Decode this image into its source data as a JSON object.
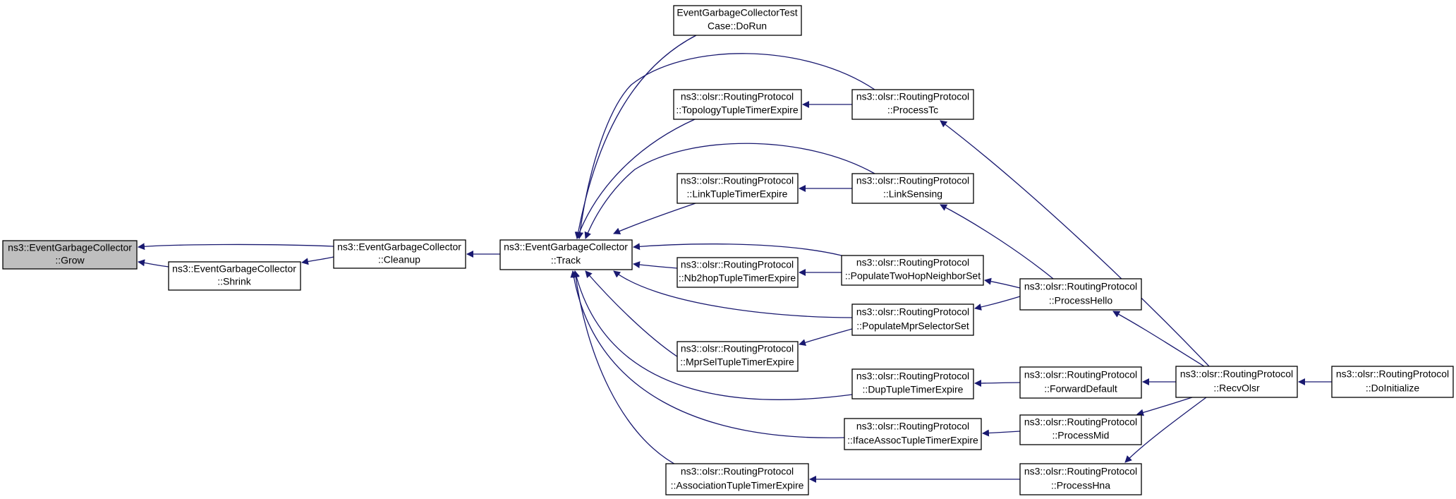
{
  "edge_color": "#191970",
  "root_fill": "#bfbfbf",
  "node_stroke": "#000000",
  "nodes": {
    "grow": {
      "line1": "ns3::EventGarbageCollector",
      "line2": "::Grow"
    },
    "shrink": {
      "line1": "ns3::EventGarbageCollector",
      "line2": "::Shrink"
    },
    "cleanup": {
      "line1": "ns3::EventGarbageCollector",
      "line2": "::Cleanup"
    },
    "track": {
      "line1": "ns3::EventGarbageCollector",
      "line2": "::Track"
    },
    "dorun": {
      "line1": "EventGarbageCollectorTest",
      "line2": "Case::DoRun"
    },
    "topology_expire": {
      "line1": "ns3::olsr::RoutingProtocol",
      "line2": "::TopologyTupleTimerExpire"
    },
    "link_expire": {
      "line1": "ns3::olsr::RoutingProtocol",
      "line2": "::LinkTupleTimerExpire"
    },
    "nb2hop_expire": {
      "line1": "ns3::olsr::RoutingProtocol",
      "line2": "::Nb2hopTupleTimerExpire"
    },
    "mprsel_expire": {
      "line1": "ns3::olsr::RoutingProtocol",
      "line2": "::MprSelTupleTimerExpire"
    },
    "assoc_expire": {
      "line1": "ns3::olsr::RoutingProtocol",
      "line2": "::AssociationTupleTimerExpire"
    },
    "processtc": {
      "line1": "ns3::olsr::RoutingProtocol",
      "line2": "::ProcessTc"
    },
    "linksensing": {
      "line1": "ns3::olsr::RoutingProtocol",
      "line2": "::LinkSensing"
    },
    "populate2hop": {
      "line1": "ns3::olsr::RoutingProtocol",
      "line2": "::PopulateTwoHopNeighborSet"
    },
    "populatempr": {
      "line1": "ns3::olsr::RoutingProtocol",
      "line2": "::PopulateMprSelectorSet"
    },
    "dup_expire": {
      "line1": "ns3::olsr::RoutingProtocol",
      "line2": "::DupTupleTimerExpire"
    },
    "iface_expire": {
      "line1": "ns3::olsr::RoutingProtocol",
      "line2": "::IfaceAssocTupleTimerExpire"
    },
    "processhello": {
      "line1": "ns3::olsr::RoutingProtocol",
      "line2": "::ProcessHello"
    },
    "forwarddefault": {
      "line1": "ns3::olsr::RoutingProtocol",
      "line2": "::ForwardDefault"
    },
    "processmid": {
      "line1": "ns3::olsr::RoutingProtocol",
      "line2": "::ProcessMid"
    },
    "processhna": {
      "line1": "ns3::olsr::RoutingProtocol",
      "line2": "::ProcessHna"
    },
    "recvolsr": {
      "line1": "ns3::olsr::RoutingProtocol",
      "line2": "::RecvOlsr"
    },
    "doinitialize": {
      "line1": "ns3::olsr::RoutingProtocol",
      "line2": "::DoInitialize"
    }
  },
  "edges": [
    {
      "from": "shrink",
      "to": "grow"
    },
    {
      "from": "cleanup",
      "to": "grow"
    },
    {
      "from": "cleanup",
      "to": "shrink"
    },
    {
      "from": "track",
      "to": "cleanup"
    },
    {
      "from": "dorun",
      "to": "track"
    },
    {
      "from": "topology_expire",
      "to": "track"
    },
    {
      "from": "link_expire",
      "to": "track"
    },
    {
      "from": "nb2hop_expire",
      "to": "track"
    },
    {
      "from": "mprsel_expire",
      "to": "track"
    },
    {
      "from": "assoc_expire",
      "to": "track"
    },
    {
      "from": "processtc",
      "to": "track"
    },
    {
      "from": "linksensing",
      "to": "track"
    },
    {
      "from": "populate2hop",
      "to": "track"
    },
    {
      "from": "populatempr",
      "to": "track"
    },
    {
      "from": "dup_expire",
      "to": "track"
    },
    {
      "from": "iface_expire",
      "to": "track"
    },
    {
      "from": "processtc",
      "to": "topology_expire"
    },
    {
      "from": "linksensing",
      "to": "link_expire"
    },
    {
      "from": "populate2hop",
      "to": "nb2hop_expire"
    },
    {
      "from": "populatempr",
      "to": "mprsel_expire"
    },
    {
      "from": "processhna",
      "to": "assoc_expire"
    },
    {
      "from": "processhello",
      "to": "linksensing"
    },
    {
      "from": "processhello",
      "to": "populate2hop"
    },
    {
      "from": "processhello",
      "to": "populatempr"
    },
    {
      "from": "forwarddefault",
      "to": "dup_expire"
    },
    {
      "from": "processmid",
      "to": "iface_expire"
    },
    {
      "from": "recvolsr",
      "to": "processtc"
    },
    {
      "from": "recvolsr",
      "to": "processhello"
    },
    {
      "from": "recvolsr",
      "to": "forwarddefault"
    },
    {
      "from": "recvolsr",
      "to": "processmid"
    },
    {
      "from": "recvolsr",
      "to": "processhna"
    },
    {
      "from": "doinitialize",
      "to": "recvolsr"
    }
  ]
}
